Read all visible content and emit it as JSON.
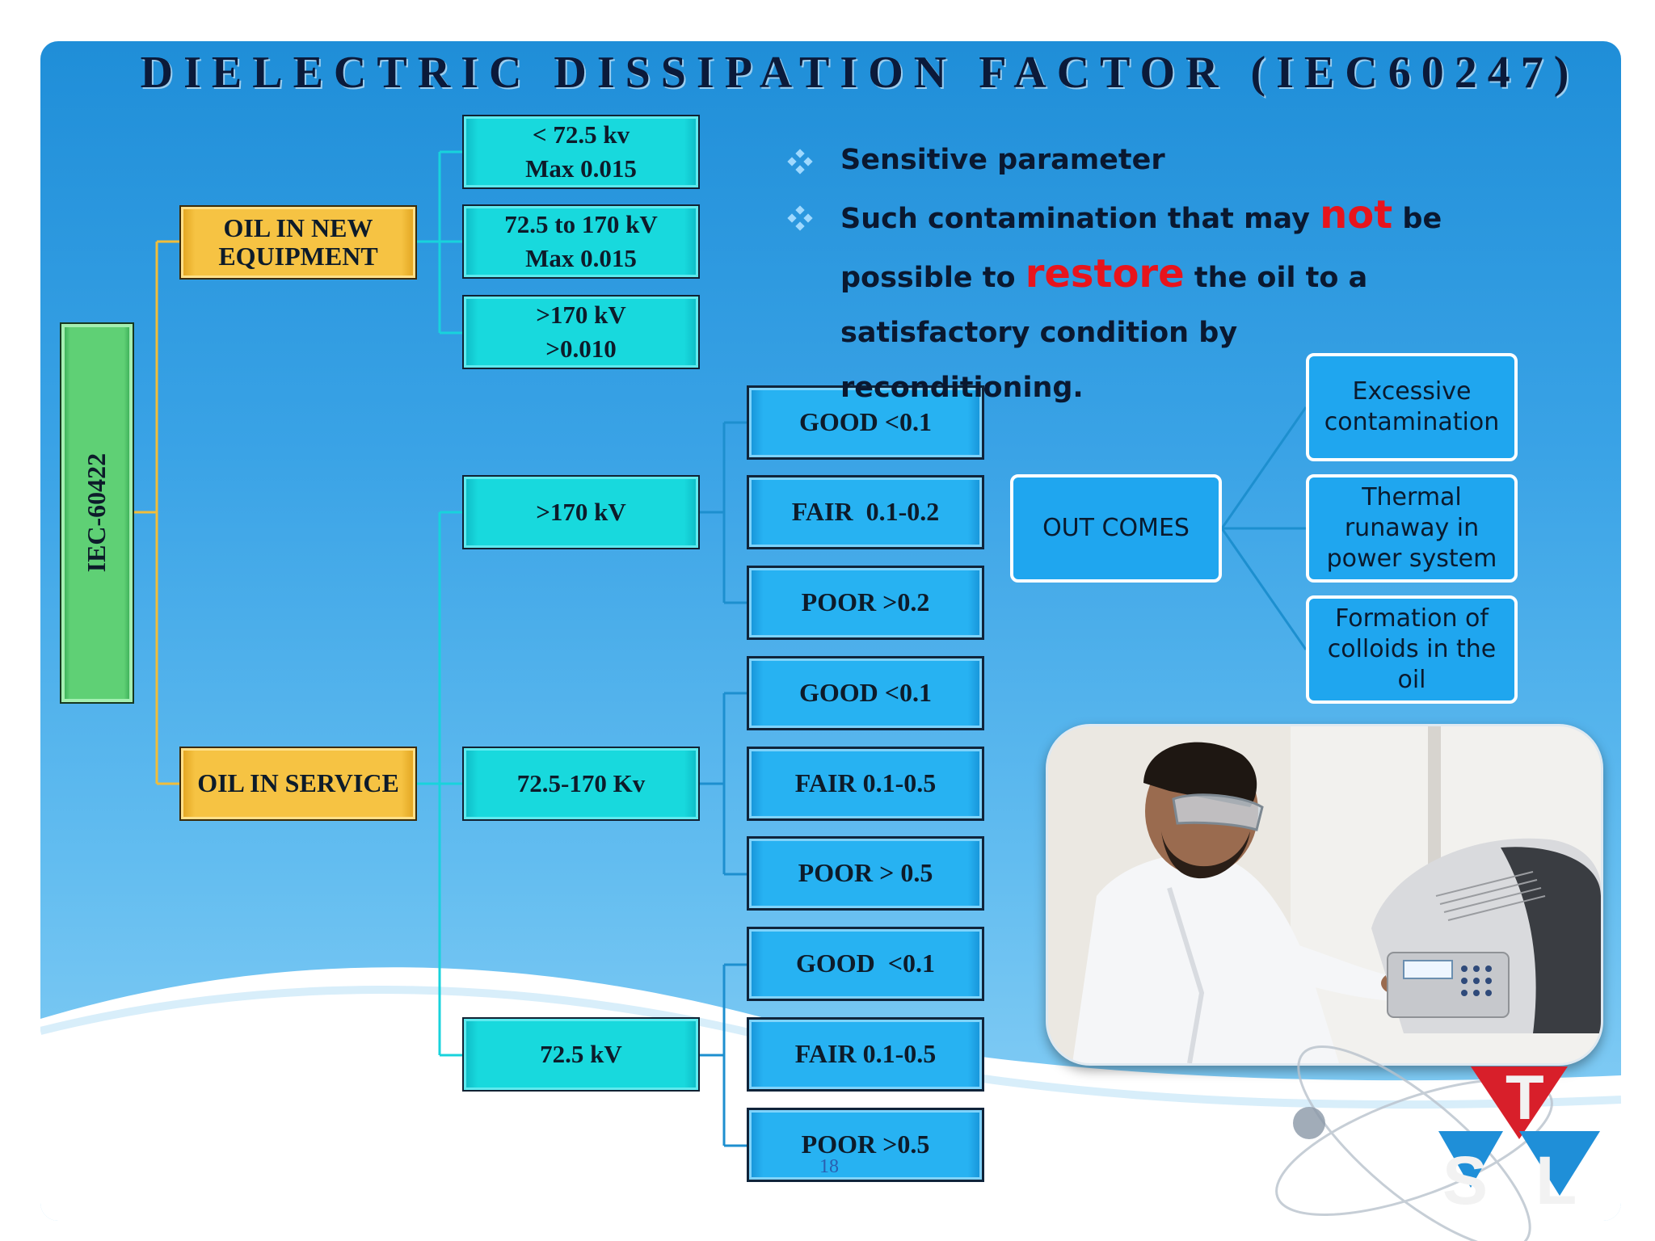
{
  "title": "DIELECTRIC DISSIPATION FACTOR (IEC60247)",
  "root": {
    "label": "IEC-60422"
  },
  "new_equipment": {
    "label": "OIL IN NEW EQUIPMENT",
    "ranges": [
      {
        "line1": "< 72.5 kv",
        "line2": "Max 0.015"
      },
      {
        "line1": "72.5 to 170 kV",
        "line2": "Max 0.015"
      },
      {
        "line1": ">170 kV",
        "line2": ">0.010"
      }
    ]
  },
  "in_service": {
    "label": "OIL IN SERVICE",
    "groups": [
      {
        "voltage": ">170 kV",
        "ratings": [
          "GOOD <0.1",
          "FAIR  0.1-0.2",
          "POOR >0.2"
        ]
      },
      {
        "voltage": "72.5-170 Kv",
        "ratings": [
          "GOOD <0.1",
          "FAIR 0.1-0.5",
          "POOR > 0.5"
        ]
      },
      {
        "voltage": "72.5 kV",
        "ratings": [
          "GOOD  <0.1",
          "FAIR 0.1-0.5",
          "POOR >0.5"
        ]
      }
    ]
  },
  "bullets": {
    "b1": "Sensitive parameter",
    "b2_part1": "Such contamination that may ",
    "b2_not": "not",
    "b2_part2": " be possible to ",
    "b2_restore": "restore",
    "b2_part3": " the oil to a satisfactory condition by reconditioning."
  },
  "outcomes": {
    "label": "OUT COMES",
    "items": [
      "Excessive contamination",
      "Thermal runaway in power system",
      "Formation of colloids in the oil"
    ]
  },
  "logo": {
    "letters": [
      "T",
      "S",
      "L"
    ]
  },
  "page_number": "18",
  "colors": {
    "cyan_box": "#18d9dd",
    "blue_box": "#27b2f2",
    "gold_box": "#f6c343",
    "green_box": "#5fd075",
    "connector_gold": "#f0bd3a",
    "connector_cyan": "#18d3dc",
    "emphasis_red": "#e8141c"
  }
}
